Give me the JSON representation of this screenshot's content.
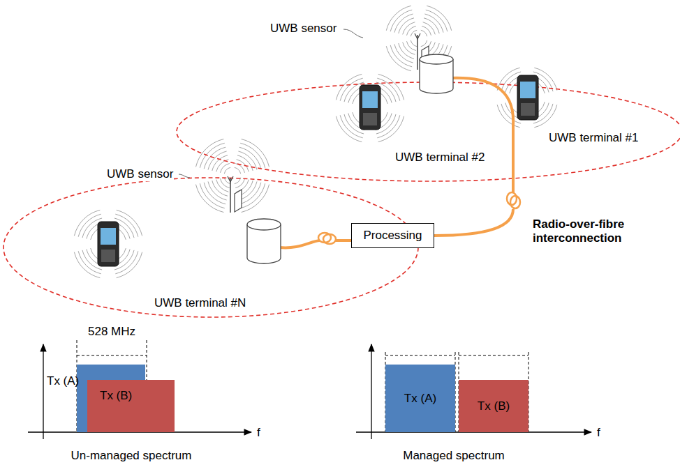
{
  "diagram": {
    "nodes": [
      {
        "text": [
          "Processing"
        ]
      },
      {
        "text": [
          "Tx (A)"
        ]
      },
      {
        "text": [
          "Tx (B)"
        ]
      },
      {
        "text": [
          "Tx (A)"
        ]
      },
      {
        "text": [
          "Tx (B)"
        ]
      }
    ],
    "labels": [
      "UWB sensor",
      "UWB sensor",
      "UWB terminal #2",
      "UWB terminal #1",
      "UWB terminal #N",
      "Radio-over-fibre interconnection",
      "528 MHz",
      "f",
      "Un-managed spectrum",
      "f",
      "Managed spectrum"
    ]
  }
}
